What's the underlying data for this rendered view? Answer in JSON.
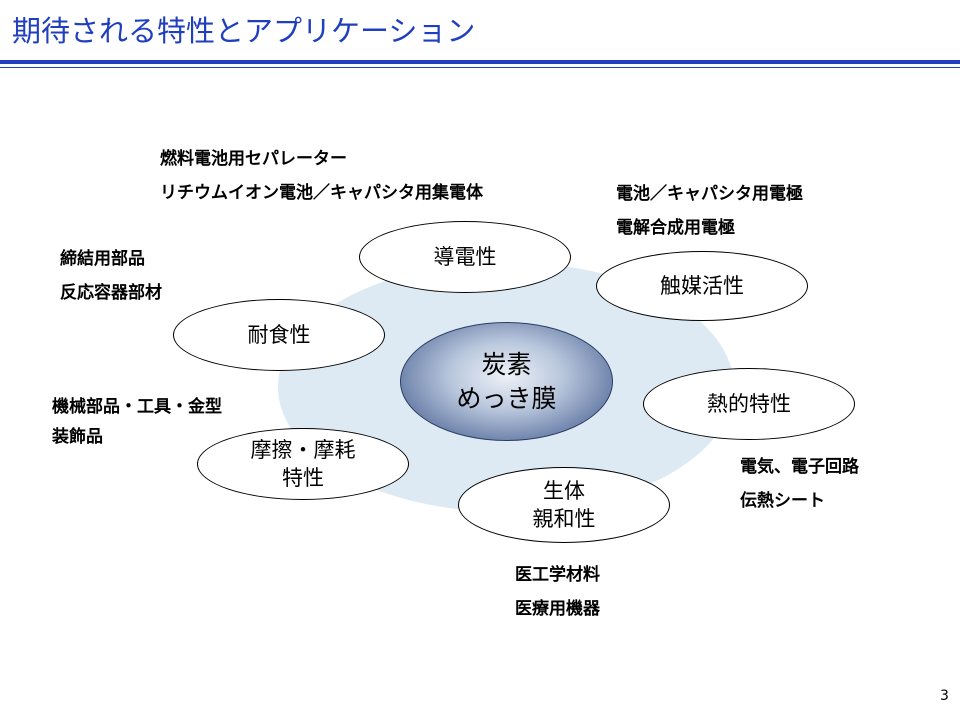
{
  "title": "期待される特性とアプリケーション",
  "center": {
    "line1": "炭素",
    "line2": "めっき膜"
  },
  "nodes": {
    "conductivity": "導電性",
    "catalytic": "触媒活性",
    "corrosion": "耐食性",
    "thermal": "熱的特性",
    "friction": {
      "line1": "摩擦・摩耗",
      "line2": "特性"
    },
    "biocompat": {
      "line1": "生体",
      "line2": "親和性"
    }
  },
  "applications": {
    "conductivity": [
      "燃料電池用セパレーター",
      "リチウムイオン電池／キャパシタ用集電体"
    ],
    "catalytic": [
      "電池／キャパシタ用電極",
      "電解合成用電極"
    ],
    "corrosion": [
      "締結用部品",
      "反応容器部材"
    ],
    "friction": [
      "機械部品・工具・金型",
      "装飾品"
    ],
    "thermal": [
      "電気、電子回路",
      "伝熱シート"
    ],
    "biocompat": [
      "医工学材料",
      "医療用機器"
    ]
  },
  "page_number": "3"
}
